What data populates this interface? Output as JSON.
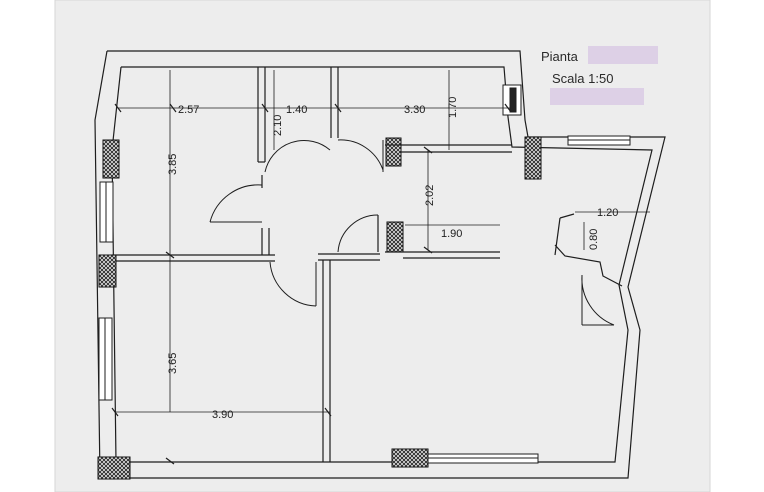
{
  "header": {
    "plan_label": "Pianta",
    "scale_label": "Scala 1:50"
  },
  "dimensions": {
    "d_257": "2.57",
    "d_140": "1.40",
    "d_330": "3.30",
    "d_210": "2.10",
    "d_170": "1.70",
    "d_385": "3.85",
    "d_202": "2.02",
    "d_190": "1.90",
    "d_120": "1.20",
    "d_080": "0.80",
    "d_365": "3.65",
    "d_390": "3.90"
  },
  "colors": {
    "paper": "#eeeeee",
    "ink": "#1a1a1a",
    "redaction": "#ddd0e6",
    "hatch": "#2b2b2b"
  }
}
